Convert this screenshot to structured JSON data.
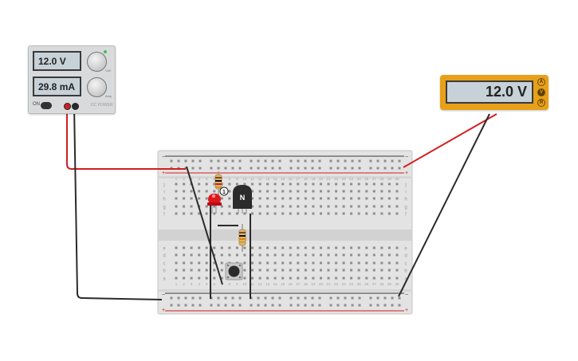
{
  "power_supply": {
    "voltage_display": "12.0 V",
    "current_display": "29.8 mA",
    "switch_label": "ON",
    "knob_labels": {
      "voltage": "Volt",
      "current": "Amp"
    },
    "brand_text": "DC POWER"
  },
  "multimeter": {
    "reading": "12.0 V",
    "modes": [
      "A",
      "V",
      "R"
    ],
    "active_mode": "V"
  },
  "breadboard": {
    "row_letters_top": [
      "j",
      "i",
      "h",
      "g",
      "f"
    ],
    "row_letters_bottom": [
      "e",
      "d",
      "c",
      "b",
      "a"
    ],
    "rail_plus": "+",
    "rail_minus": "−",
    "column_numbers": [
      "1",
      "2",
      "3",
      "4",
      "5",
      "6",
      "7",
      "8",
      "9",
      "10",
      "11",
      "12",
      "13",
      "14",
      "15",
      "16",
      "17",
      "18",
      "19",
      "20",
      "21",
      "22",
      "23",
      "24",
      "25",
      "26",
      "27",
      "28",
      "29",
      "30"
    ]
  },
  "components": {
    "transistor_label": "N",
    "diode_badge": "1"
  },
  "colors": {
    "wire_red": "#d21f1f",
    "wire_black": "#2b2b2b",
    "multimeter_body": "#e8a019",
    "lcd": "#c7d1d8",
    "breadboard": "#e3e3e3",
    "led_red": "#e0161b"
  }
}
